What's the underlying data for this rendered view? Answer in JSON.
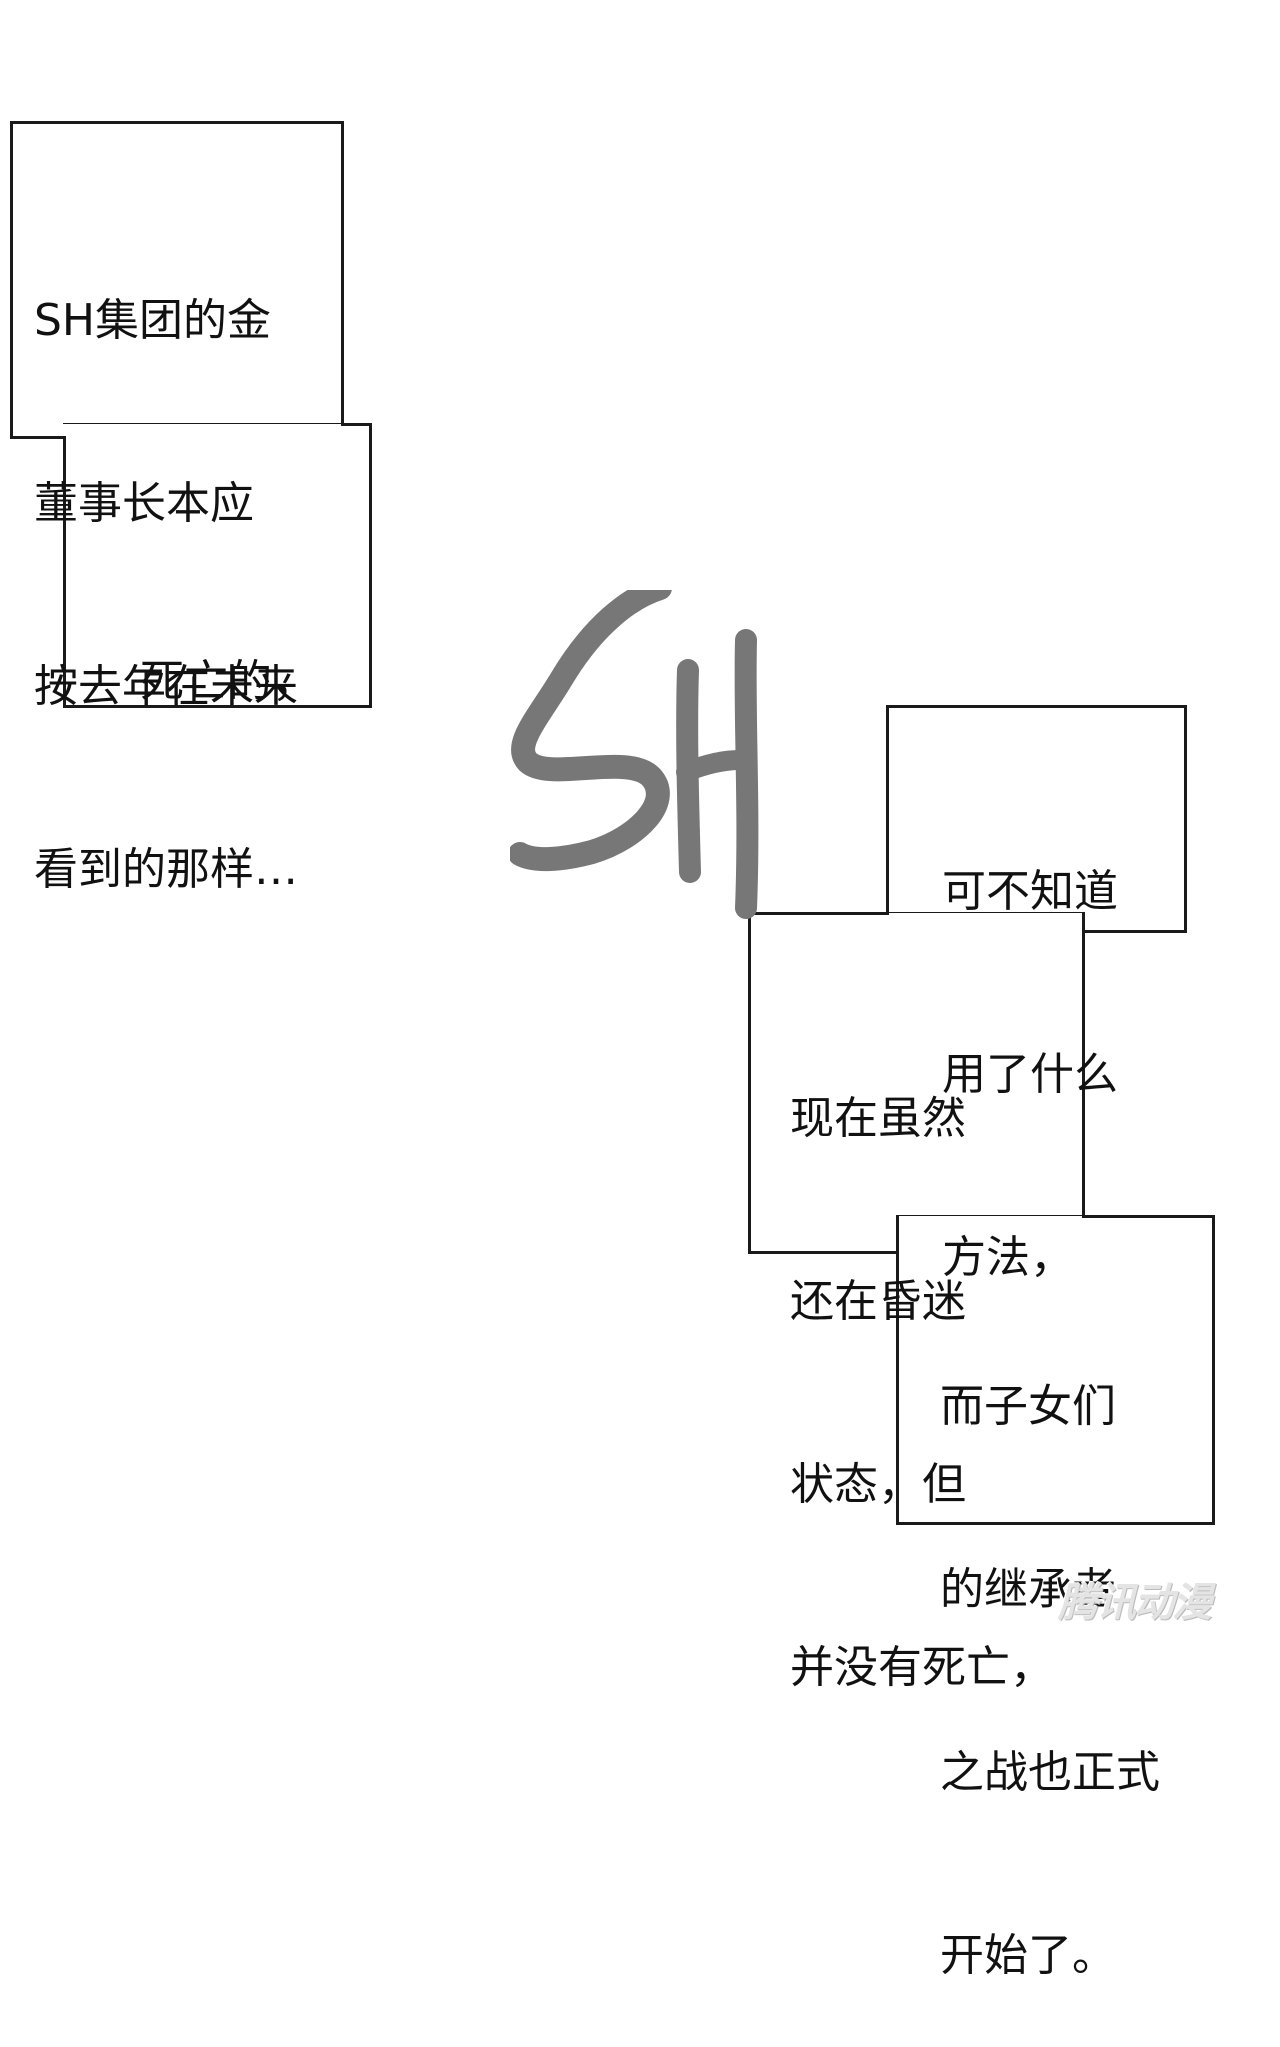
{
  "panel_1": {
    "lines": [
      "SH集团的金",
      "董事长本应",
      "按去年在未来",
      "看到的那样…"
    ]
  },
  "panel_2": {
    "lines": [
      "死亡的，"
    ]
  },
  "logo": {
    "text": "SH",
    "color": "#777777",
    "icon": "sh-logo-brush"
  },
  "panel_3": {
    "lines": [
      "可不知道",
      "用了什么",
      "方法，"
    ]
  },
  "panel_4": {
    "lines": [
      "现在虽然",
      "还在昏迷",
      "状态，但",
      "并没有死亡，"
    ]
  },
  "panel_5": {
    "lines": [
      "而子女们",
      "的继承者",
      "之战也正式",
      "开始了。"
    ]
  },
  "watermark": {
    "text": "腾讯动漫"
  }
}
